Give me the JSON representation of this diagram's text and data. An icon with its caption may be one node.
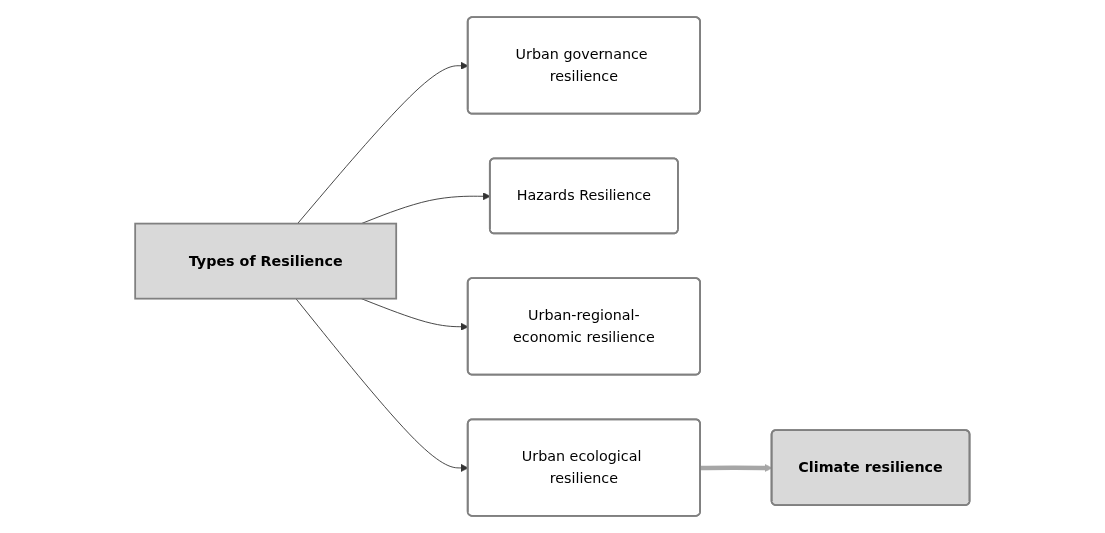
{
  "diagram": {
    "nodes": [
      {
        "text": [
          "Types of Resilience"
        ]
      },
      {
        "text": [
          "Urban governance resilience"
        ]
      },
      {
        "text": [
          "Hazards Resilience"
        ]
      },
      {
        "text": [
          "Urban-regional-economic resilience"
        ]
      },
      {
        "text": [
          "Urban ecological resilience"
        ]
      },
      {
        "text": [
          "Climate resilience"
        ]
      }
    ],
    "edges": [
      {
        "from": 0,
        "to": 1,
        "arrow": "to"
      },
      {
        "from": 0,
        "to": 2,
        "arrow": "to"
      },
      {
        "from": 0,
        "to": 3,
        "arrow": "to"
      },
      {
        "from": 0,
        "to": 4,
        "arrow": "to"
      },
      {
        "from": 4,
        "to": 5,
        "arrow": "to",
        "style": "thick",
        "color": "#a6a6a6"
      }
    ]
  }
}
